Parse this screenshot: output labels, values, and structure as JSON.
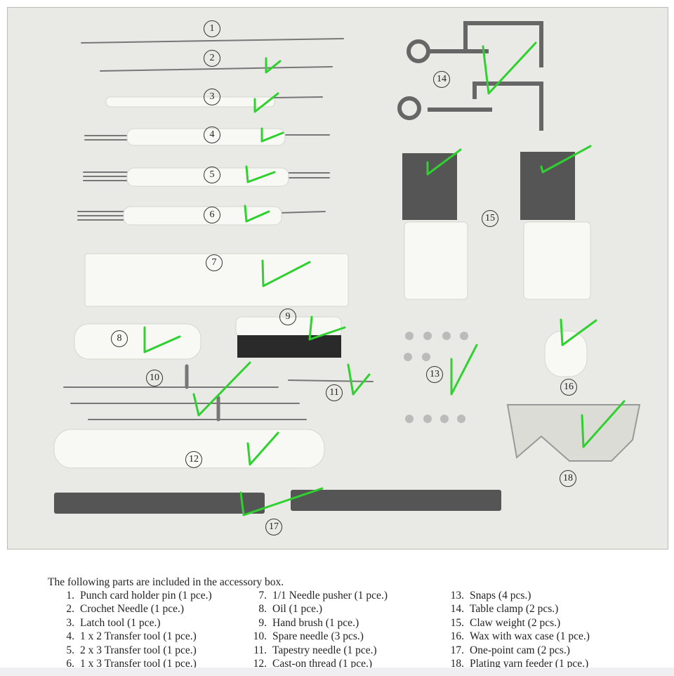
{
  "callouts": [
    "1",
    "2",
    "3",
    "4",
    "5",
    "6",
    "7",
    "8",
    "9",
    "10",
    "11",
    "12",
    "13",
    "14",
    "15",
    "16",
    "17",
    "18"
  ],
  "caption": {
    "intro": "The following parts are included in the accessory box.",
    "col1": [
      {
        "n": "1.",
        "t": "Punch card holder pin (1 pce.)"
      },
      {
        "n": "2.",
        "t": "Crochet Needle (1 pce.)"
      },
      {
        "n": "3.",
        "t": "Latch tool (1 pce.)"
      },
      {
        "n": "4.",
        "t": "1 x 2 Transfer tool (1 pce.)"
      },
      {
        "n": "5.",
        "t": "2 x 3 Transfer tool (1 pce.)"
      },
      {
        "n": "6.",
        "t": "1 x 3 Transfer tool (1 pce.)"
      }
    ],
    "col2": [
      {
        "n": "7.",
        "t": "1/1 Needle pusher (1 pce.)"
      },
      {
        "n": "8.",
        "t": "Oil (1 pce.)"
      },
      {
        "n": "9.",
        "t": "Hand brush (1 pce.)"
      },
      {
        "n": "10.",
        "t": "Spare needle (3 pcs.)"
      },
      {
        "n": "11.",
        "t": "Tapestry needle (1 pce.)"
      },
      {
        "n": "12.",
        "t": "Cast-on thread (1 pce.)"
      }
    ],
    "col3": [
      {
        "n": "13.",
        "t": "Snaps (4 pcs.)"
      },
      {
        "n": "14.",
        "t": "Table clamp (2 pcs.)"
      },
      {
        "n": "15.",
        "t": "Claw weight (2 pcs.)"
      },
      {
        "n": "16.",
        "t": "Wax with wax case (1 pce.)"
      },
      {
        "n": "17.",
        "t": "One-point cam (2 pcs.)"
      },
      {
        "n": "18.",
        "t": "Plating yarn feeder (1 pce.)"
      }
    ]
  },
  "colors": {
    "checkmark": "#2fd12f",
    "metal": "#6e6e6e",
    "plastic": "#f7f7f4"
  }
}
